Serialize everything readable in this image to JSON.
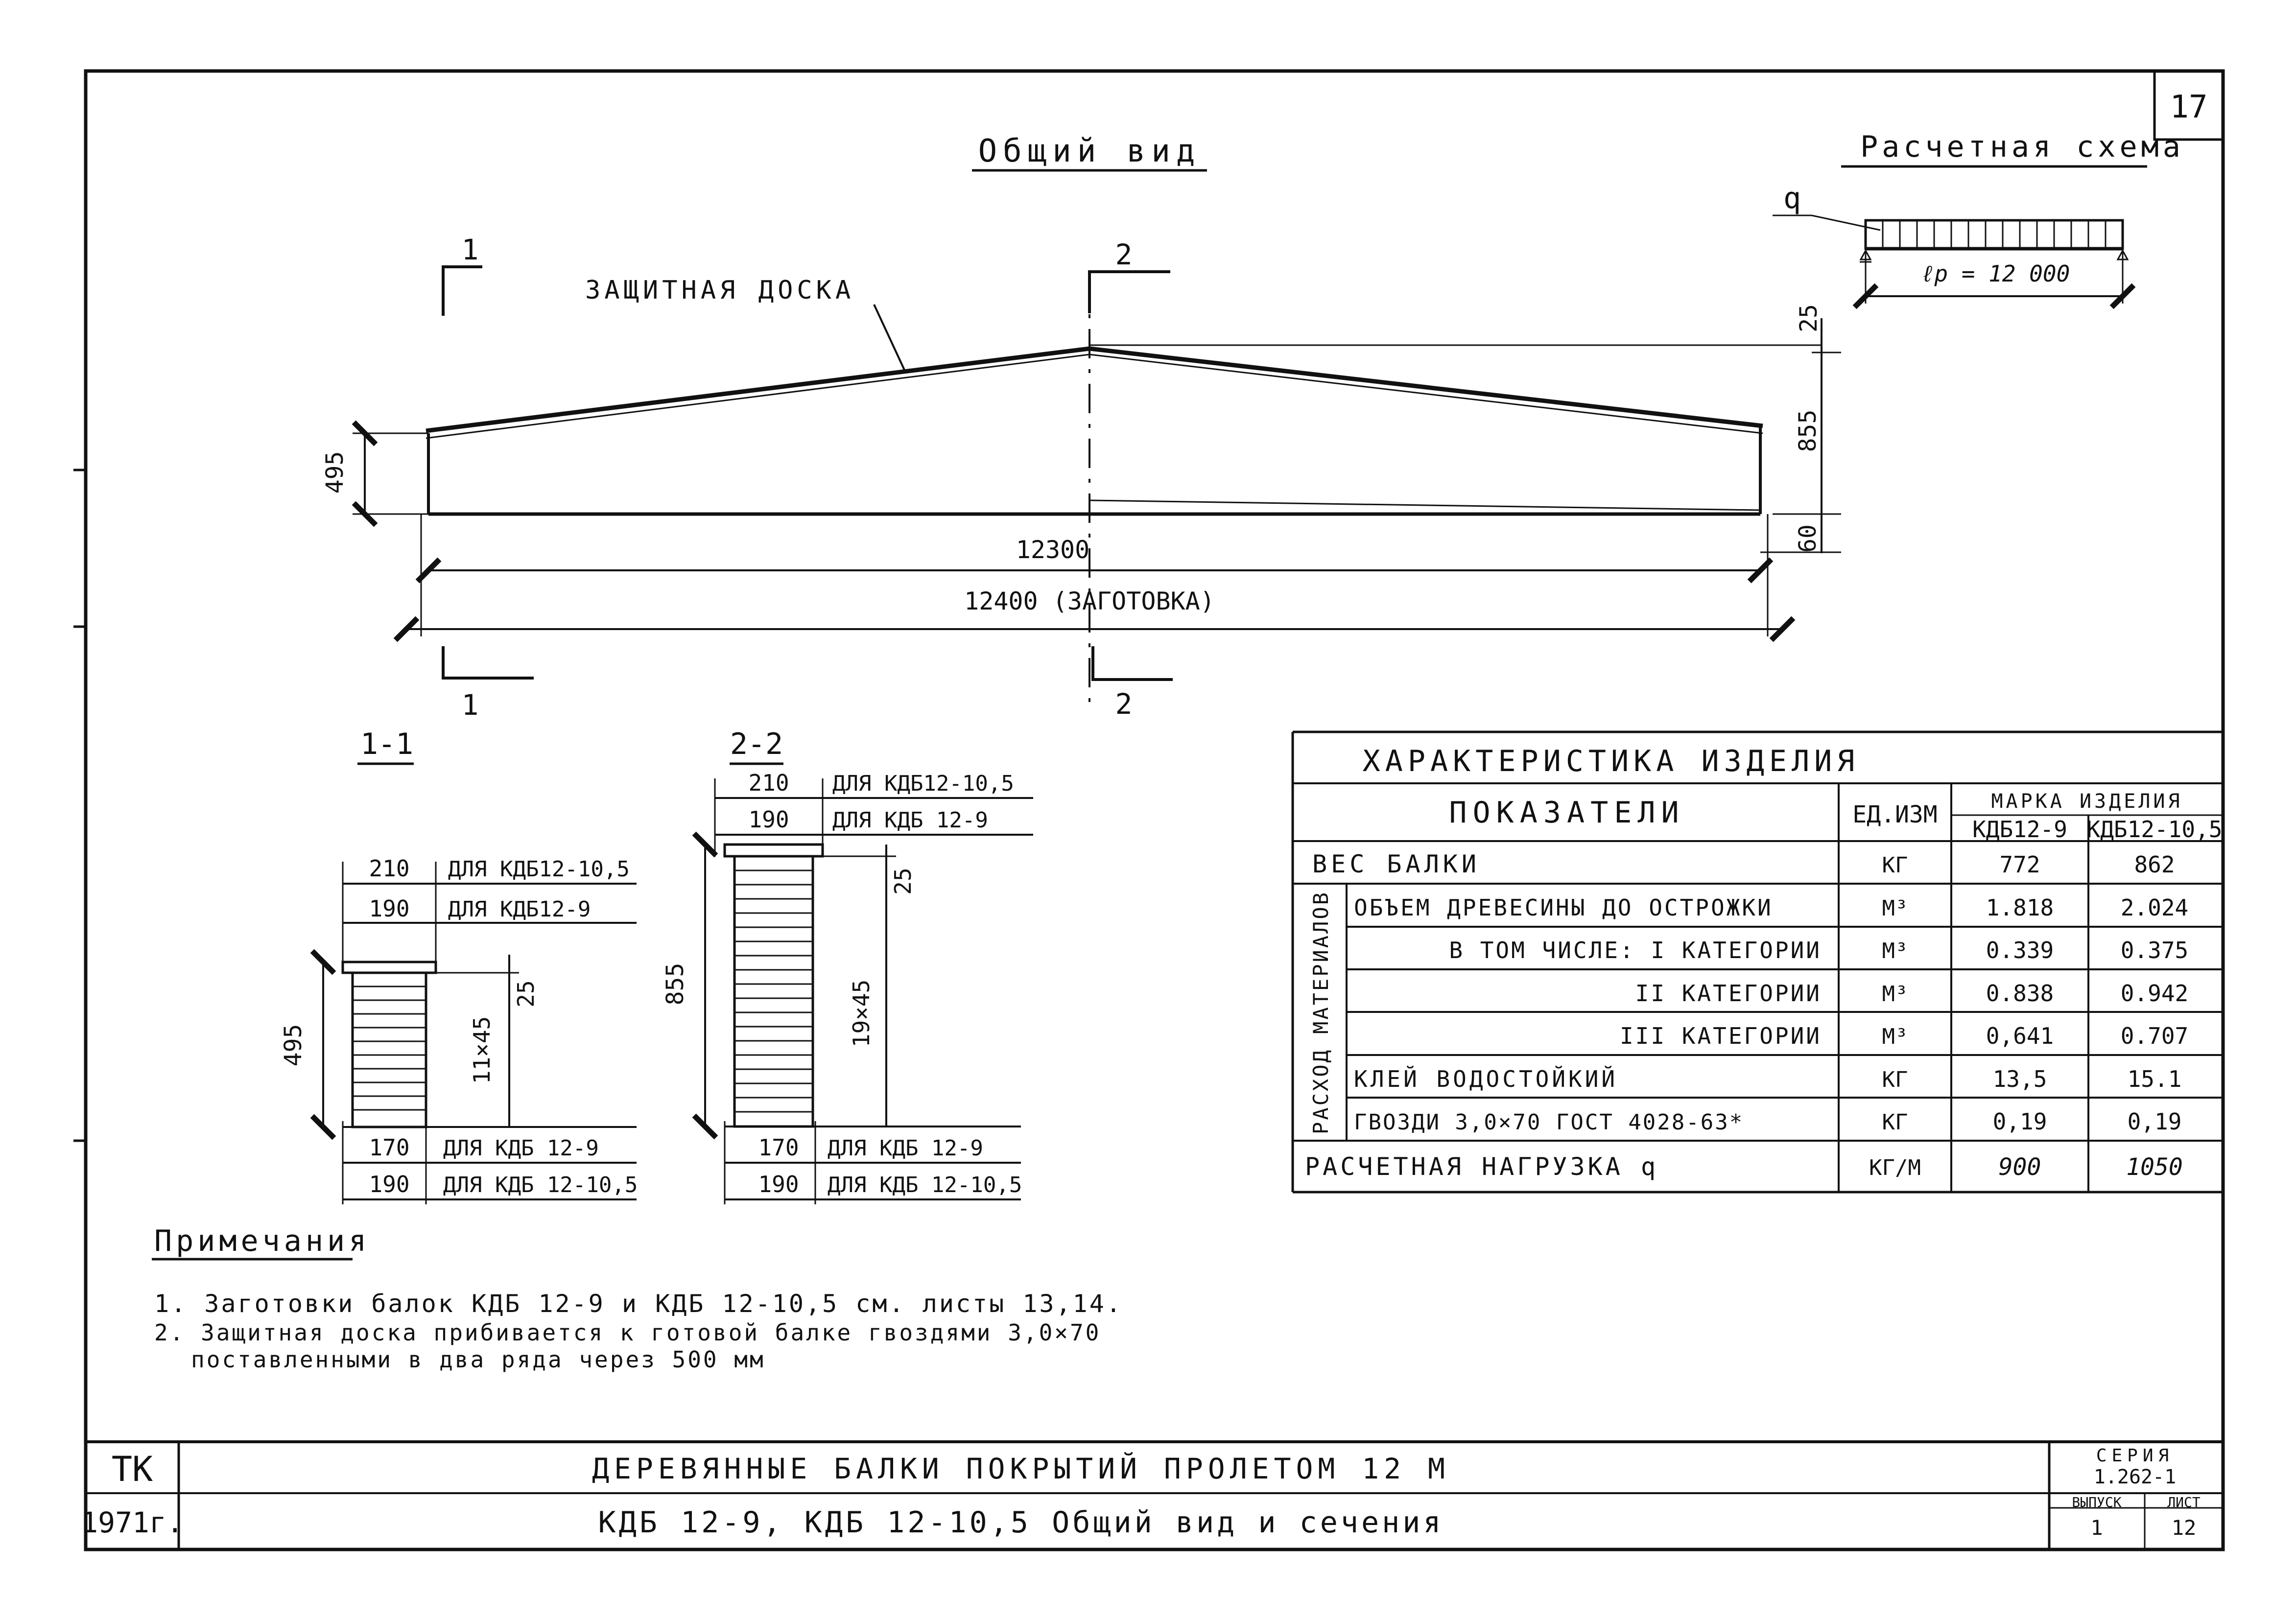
{
  "sheet_number": "17",
  "general_view": {
    "title": "Общий вид",
    "protective_board_label": "ЗАЩИТНАЯ ДОСКА",
    "section_marks": {
      "s1": "1",
      "s2": "2"
    },
    "dimensions": {
      "left_height": "495",
      "top_board": "25",
      "mid_height": "855",
      "bottom": "60",
      "span": "12300",
      "blank_length": "12400 (ЗАГОТОВКА)"
    }
  },
  "calc_scheme": {
    "title": "Расчетная схема",
    "load_label": "q",
    "span_label": "ℓр = 12 000"
  },
  "section_1_1": {
    "title": "1-1",
    "rows_top": [
      {
        "dim": "210",
        "text": "ДЛЯ КДБ12-10,5"
      },
      {
        "dim": "190",
        "text": "ДЛЯ КДБ12-9"
      }
    ],
    "height": "495",
    "board": "25",
    "layers": "11×45",
    "rows_bottom": [
      {
        "dim": "170",
        "text": "ДЛЯ КДБ 12-9"
      },
      {
        "dim": "190",
        "text": "ДЛЯ КДБ 12-10,5"
      }
    ]
  },
  "section_2_2": {
    "title": "2-2",
    "rows_top": [
      {
        "dim": "210",
        "text": "ДЛЯ КДБ12-10,5"
      },
      {
        "dim": "190",
        "text": "ДЛЯ КДБ 12-9"
      }
    ],
    "height": "855",
    "board": "25",
    "layers": "19×45",
    "rows_bottom": [
      {
        "dim": "170",
        "text": "ДЛЯ КДБ 12-9"
      },
      {
        "dim": "190",
        "text": "ДЛЯ КДБ 12-10,5"
      }
    ]
  },
  "characteristics": {
    "title": "ХАРАКТЕРИСТИКА ИЗДЕЛИЯ",
    "col_indicators": "ПОКАЗАТЕЛИ",
    "col_unit": "ЕД.ИЗМ",
    "col_mark": "МАРКА ИЗДЕЛИЯ",
    "col_m1": "КДБ12-9",
    "col_m2": "КДБ12-10,5",
    "side_label": "РАСХОД МАТЕРИАЛОВ",
    "rows": [
      {
        "name": "ВЕС БАЛКИ",
        "unit": "КГ",
        "v1": "772",
        "v2": "862"
      },
      {
        "name": "ОБЪЕМ ДРЕВЕСИНЫ ДО ОСТРОЖКИ",
        "unit": "М³",
        "v1": "1.818",
        "v2": "2.024"
      },
      {
        "name": "В ТОМ ЧИСЛЕ: I КАТЕГОРИИ",
        "unit": "М³",
        "v1": "0.339",
        "v2": "0.375"
      },
      {
        "name": "II КАТЕГОРИИ",
        "unit": "М³",
        "v1": "0.838",
        "v2": "0.942"
      },
      {
        "name": "III КАТЕГОРИИ",
        "unit": "М³",
        "v1": "0,641",
        "v2": "0.707"
      },
      {
        "name": "КЛЕЙ ВОДОСТОЙКИЙ",
        "unit": "КГ",
        "v1": "13,5",
        "v2": "15.1"
      },
      {
        "name": "ГВОЗДИ 3,0×70 ГОСТ 4028-63*",
        "unit": "КГ",
        "v1": "0,19",
        "v2": "0,19"
      },
      {
        "name": "РАСЧЕТНАЯ НАГРУЗКА q",
        "unit": "КГ/М",
        "v1": "900",
        "v2": "1050"
      }
    ]
  },
  "notes": {
    "title": "Примечания",
    "items": [
      "1. Заготовки балок КДБ 12-9 и КДБ 12-10,5 см. листы 13,14.",
      "2. Защитная доска прибивается к готовой балке гвоздями 3,0×70",
      "поставленными в два ряда через 500 мм"
    ]
  },
  "title_block": {
    "org": "ТК",
    "year": "1971г.",
    "title": "ДЕРЕВЯННЫЕ БАЛКИ ПОКРЫТИЙ ПРОЛЕТОМ 12 М",
    "subtitle": "КДБ 12-9, КДБ 12-10,5 Общий вид и сечения",
    "series_label": "СЕРИЯ",
    "series": "1.262-1",
    "issue_label": "ВЫПУСК",
    "issue": "1",
    "sheet_label": "ЛИСТ",
    "sheet": "12"
  }
}
